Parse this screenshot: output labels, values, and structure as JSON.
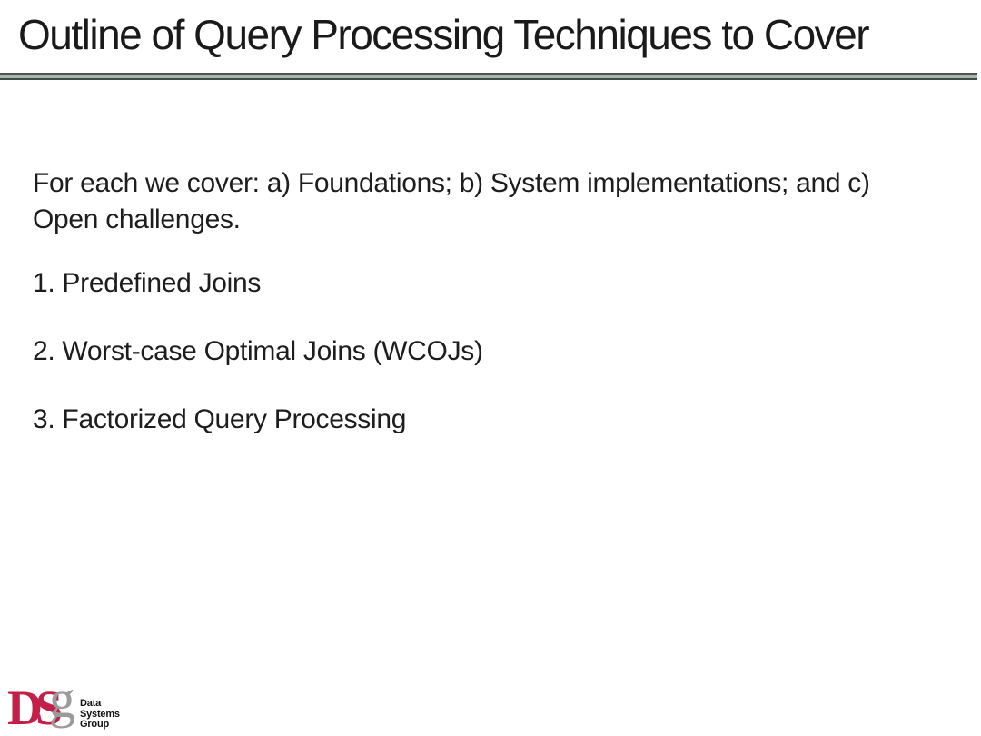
{
  "slide": {
    "title": "Outline of Query Processing Techniques to Cover",
    "intro": {
      "line1": "For each we cover: a) Foundations; b) System implementations; and c)",
      "line2": "Open challenges."
    },
    "items": [
      {
        "number": "1.",
        "label": "Predefined Joins"
      },
      {
        "number": "2.",
        "label": "Worst-case Optimal Joins (WCOJs)"
      },
      {
        "number": "3.",
        "label": "Factorized Query Processing"
      }
    ]
  },
  "logo": {
    "ds": "DS",
    "g": "g",
    "lines": [
      "Data",
      "Systems",
      "Group"
    ]
  },
  "colors": {
    "background": "#ffffff",
    "title_text": "#1a1a1a",
    "body_text": "#1d1d1d",
    "rule_dark_top": "#4a5751",
    "rule_light": "#a9b6af",
    "rule_dark_bottom": "#3f4c46",
    "logo_ds": "#c32049",
    "logo_g": "#9b9b9b",
    "logo_text": "#111111"
  }
}
